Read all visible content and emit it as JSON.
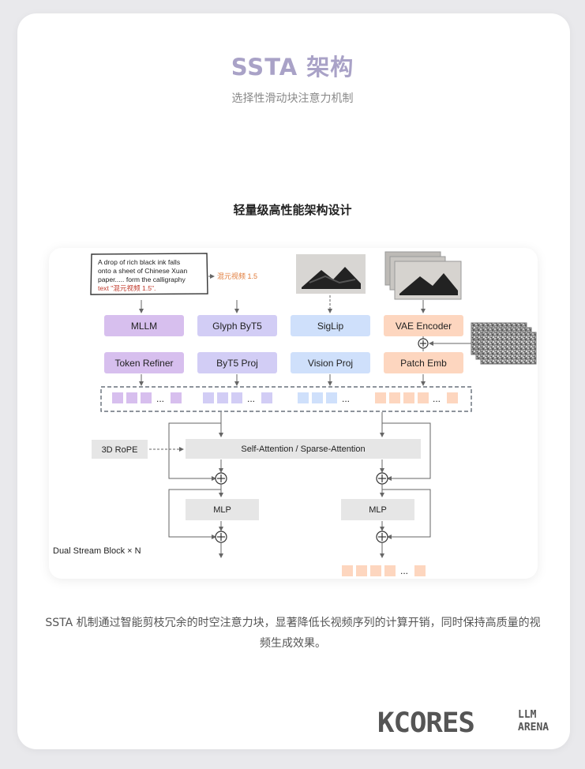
{
  "header": {
    "title": "SSTA 架构",
    "subtitle": "选择性滑动块注意力机制"
  },
  "section": {
    "heading": "轻量级高性能架构设计"
  },
  "diagram": {
    "prompt_lines": [
      "A drop of rich black ink falls",
      "onto a sheet of Chinese Xuan",
      "paper..... form the calligraphy",
      "text \"混元视频 1.5\"."
    ],
    "glyph_text": "混元视频 1.5",
    "encoders": [
      "MLLM",
      "Glyph ByT5",
      "SigLip",
      "VAE Encoder"
    ],
    "projections": [
      "Token Refiner",
      "ByT5 Proj",
      "Vision Proj",
      "Patch Emb"
    ],
    "ellipsis": "...",
    "rope_label": "3D RoPE",
    "attention_label": "Self-Attention / Sparse-Attention",
    "mlp_label": "MLP",
    "block_label": "Dual Stream Block × N",
    "colors": {
      "mllm": "#d7bfee",
      "byt5": "#d2cdf5",
      "vision": "#cfe0fb",
      "vae": "#fdd6bf",
      "gray_box": "#e6e6e6"
    }
  },
  "footer": {
    "description": "SSTA 机制通过智能剪枝冗余的时空注意力块，显著降低长视频序列的计算开销，同时保持高质量的视频生成效果。",
    "logo_main": "KCORES",
    "logo_side_top": "LLM",
    "logo_side_bottom": "ARENA"
  }
}
